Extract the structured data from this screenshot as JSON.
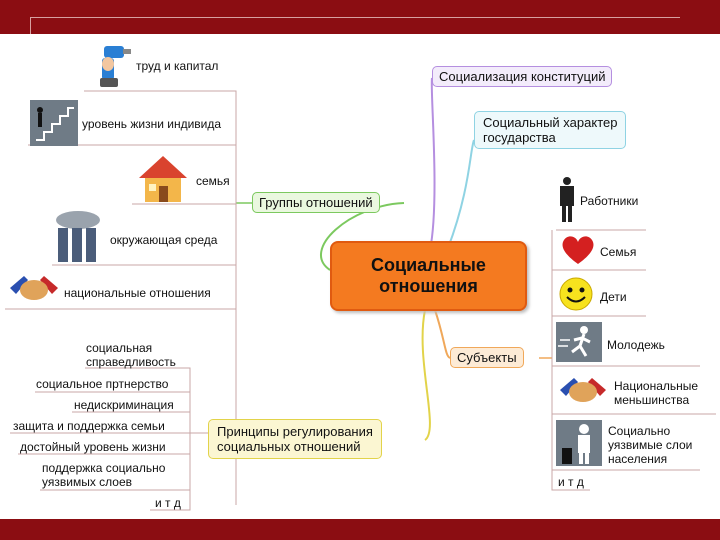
{
  "center": {
    "line1": "Социальные",
    "line2": "отношения"
  },
  "groups": {
    "label": "Группы отношений",
    "items": [
      "труд и капитал",
      "уровень жизни индивида",
      "семья",
      "окружающая среда",
      "национальные отношения"
    ]
  },
  "socialization": {
    "label": "Социализация конституций"
  },
  "social_character": {
    "line1": "Социальный характер",
    "line2": "государства"
  },
  "subjects": {
    "label": "Субъекты",
    "items": [
      "Работники",
      "Семья",
      "Дети",
      "Молодежь"
    ],
    "national": {
      "line1": "Национальные",
      "line2": "меньшинства"
    },
    "vulnerable": {
      "line1": "Социально",
      "line2": "уязвимые слои",
      "line3": "населения"
    },
    "etc": "и т д"
  },
  "principles": {
    "line1": "Принципы регулирования",
    "line2": "социальных отношений",
    "justice": {
      "line1": "социальная",
      "line2": "справедливость"
    },
    "items": [
      "социальное пртнерство",
      "недискриминация",
      "защита и поддержка семьи",
      "достойный уровень жизни"
    ],
    "support": {
      "line1": "поддержка социально",
      "line2": "уязвимых слоев"
    },
    "etc": "и т д"
  },
  "icons": [
    "drill-icon",
    "stairs-icon",
    "house-icon",
    "factory-icon",
    "handshake-icon",
    "worker-icon",
    "heart-icon",
    "smiley-icon",
    "runner-icon",
    "handshake-icon",
    "person-icon"
  ]
}
